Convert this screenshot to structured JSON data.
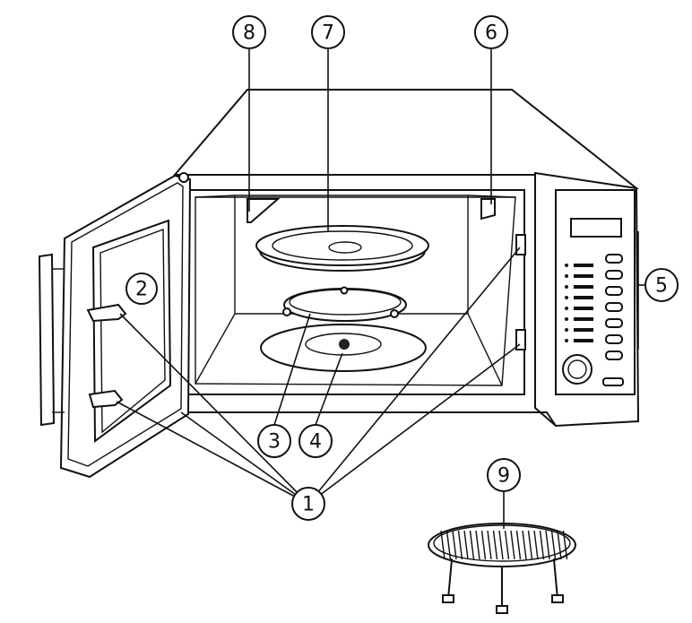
{
  "diagram": {
    "callouts": [
      {
        "id": "c1",
        "text": "1"
      },
      {
        "id": "c2",
        "text": "2"
      },
      {
        "id": "c3",
        "text": "3"
      },
      {
        "id": "c4",
        "text": "4"
      },
      {
        "id": "c5",
        "text": "5"
      },
      {
        "id": "c6",
        "text": "6"
      },
      {
        "id": "c7",
        "text": "7"
      },
      {
        "id": "c8",
        "text": "8"
      },
      {
        "id": "c9",
        "text": "9"
      }
    ]
  }
}
